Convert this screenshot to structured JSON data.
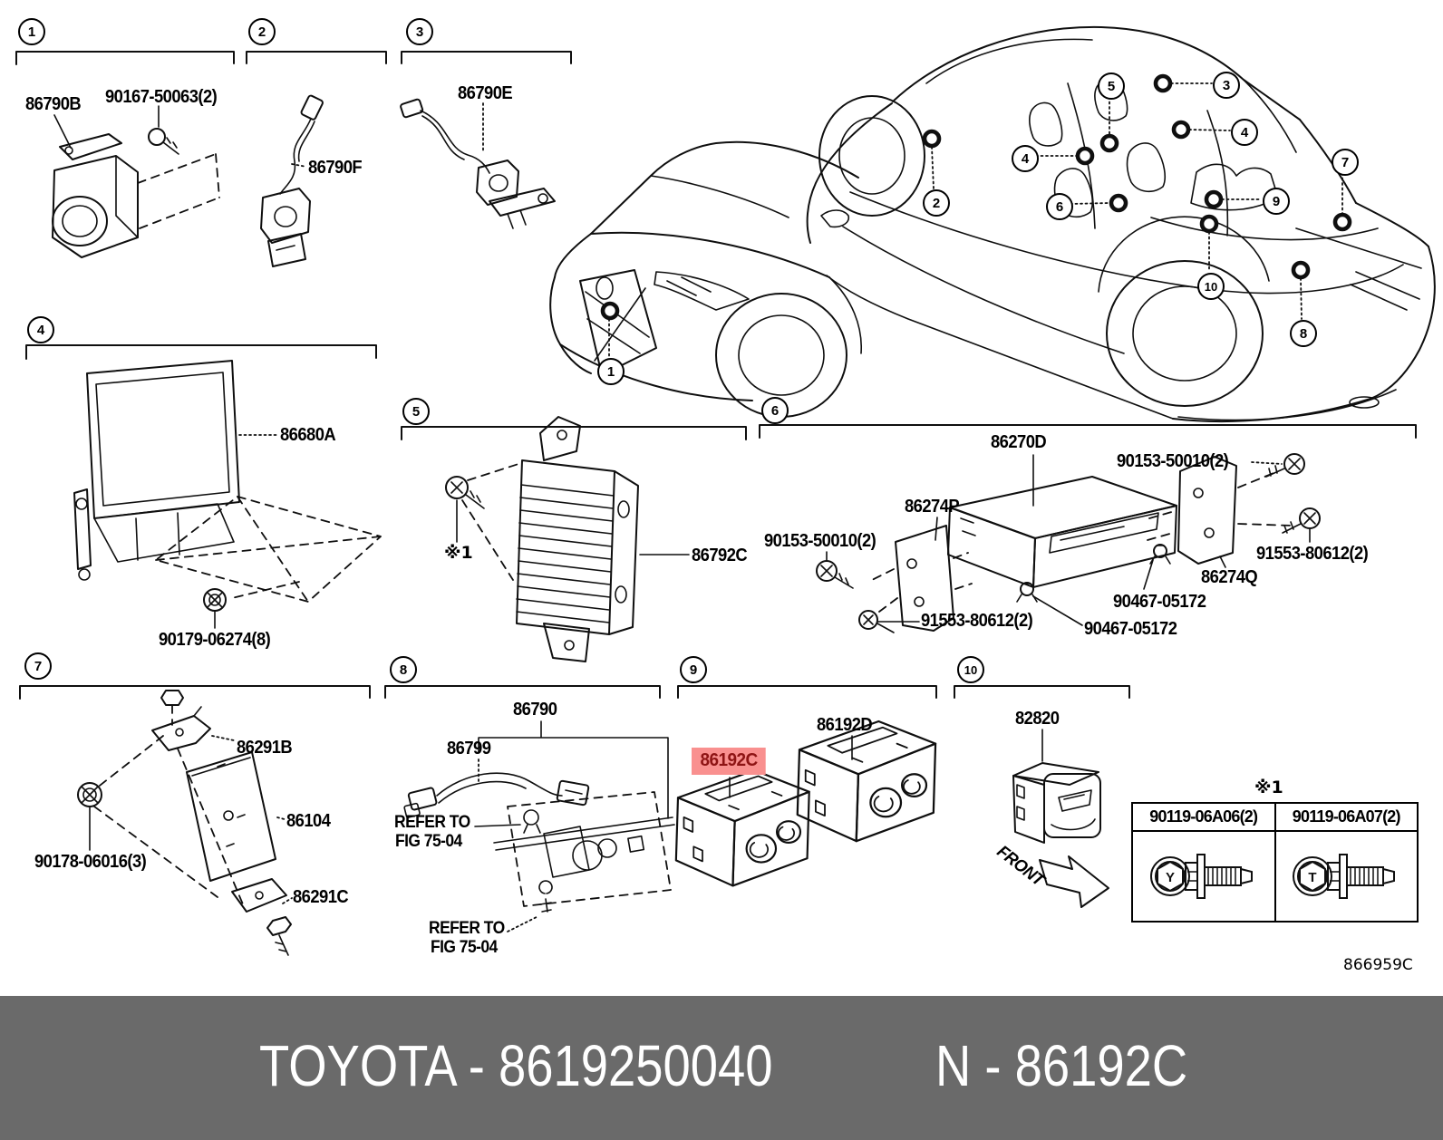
{
  "sections": [
    {
      "num": "1"
    },
    {
      "num": "2"
    },
    {
      "num": "3"
    },
    {
      "num": "4"
    },
    {
      "num": "5"
    },
    {
      "num": "6"
    },
    {
      "num": "7"
    },
    {
      "num": "8"
    },
    {
      "num": "9"
    },
    {
      "num": "10"
    }
  ],
  "car_callouts": {
    "front": [
      {
        "num": "1"
      }
    ],
    "rear": [
      {
        "num": "5"
      },
      {
        "num": "3"
      },
      {
        "num": "4"
      },
      {
        "num": "4"
      },
      {
        "num": "2"
      },
      {
        "num": "6"
      },
      {
        "num": "9"
      },
      {
        "num": "7"
      },
      {
        "num": "10"
      },
      {
        "num": "8"
      }
    ]
  },
  "parts": {
    "s1": {
      "camera": "86790B",
      "screw": "90167-50063(2)"
    },
    "s2": {
      "camera": "86790F"
    },
    "s3": {
      "camera": "86790E"
    },
    "s4": {
      "display": "86680A",
      "nut": "90179-06274(8)"
    },
    "s5": {
      "note": "※1",
      "computer": "86792C"
    },
    "s6": {
      "receiver": "86270D",
      "screw_top_right": "90153-50010(2)",
      "bracket_left": "86274P",
      "screw_left": "90153-50010(2)",
      "screw_right": "91553-80612(2)",
      "bracket_right": "86274Q",
      "clip_right": "90467-05172",
      "screw_bottom": "91553-80612(2)",
      "clip_bottom": "90467-05172"
    },
    "s7": {
      "bracket_upper": "86291B",
      "amplifier": "86104",
      "nut": "90178-06016(3)",
      "bracket_lower": "86291C"
    },
    "s8": {
      "camera_assy": "86790",
      "wire": "86799",
      "refer_1a": "REFER TO",
      "refer_1b": "FIG 75-04",
      "refer_2a": "REFER TO",
      "refer_2b": "FIG 75-04"
    },
    "s9": {
      "switch_d": "86192D",
      "switch_c_highlight": "86192C"
    },
    "s10": {
      "jack": "82820",
      "front_label": "FRONT"
    }
  },
  "table": {
    "note": "※1",
    "columns": [
      {
        "part": "90119-06A06(2)",
        "mark": "Y"
      },
      {
        "part": "90119-06A07(2)",
        "mark": "T"
      }
    ]
  },
  "figure_number": "866959C",
  "banner": {
    "left": "TOYOTA - 8619250040",
    "right": "N - 86192C"
  },
  "colors": {
    "highlight_bg": "#f9908f",
    "highlight_text": "#8e1414",
    "banner_bg": "#6a6a6a",
    "line": "#0f0f0f"
  }
}
